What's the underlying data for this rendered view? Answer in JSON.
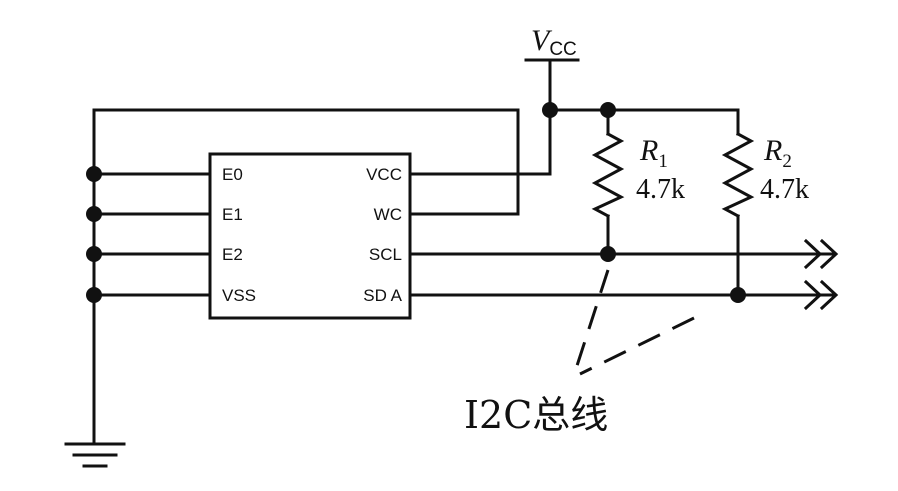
{
  "chip": {
    "left_pins": [
      "E0",
      "E1",
      "E2",
      "VSS"
    ],
    "right_pins": [
      "VCC",
      "WC",
      "SCL",
      "SD A"
    ]
  },
  "supply": {
    "symbol": "V",
    "subscript": "CC"
  },
  "resistors": [
    {
      "name": "R",
      "index": "1",
      "value": "4.7k"
    },
    {
      "name": "R",
      "index": "2",
      "value": "4.7k"
    }
  ],
  "bus_label": "I2C总线",
  "colors": {
    "line": "#111111",
    "background": "#ffffff"
  }
}
